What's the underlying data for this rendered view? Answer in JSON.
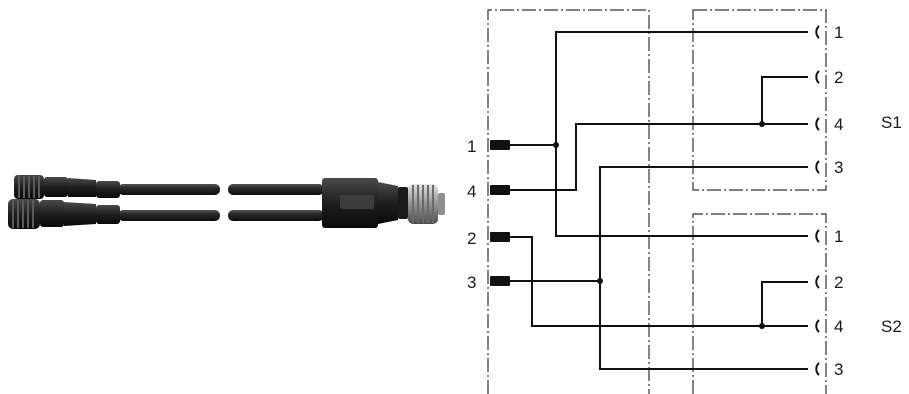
{
  "diagram": {
    "plug_pins": [
      {
        "label": "1"
      },
      {
        "label": "4"
      },
      {
        "label": "2"
      },
      {
        "label": "3"
      }
    ],
    "groups": [
      {
        "label": "S1",
        "sockets": [
          "1",
          "2",
          "4",
          "3"
        ]
      },
      {
        "label": "S2",
        "sockets": [
          "1",
          "2",
          "4",
          "3"
        ]
      }
    ],
    "colors": {
      "wire": "#111111",
      "cable": "#2b2b2b",
      "frame": "#333333"
    }
  }
}
